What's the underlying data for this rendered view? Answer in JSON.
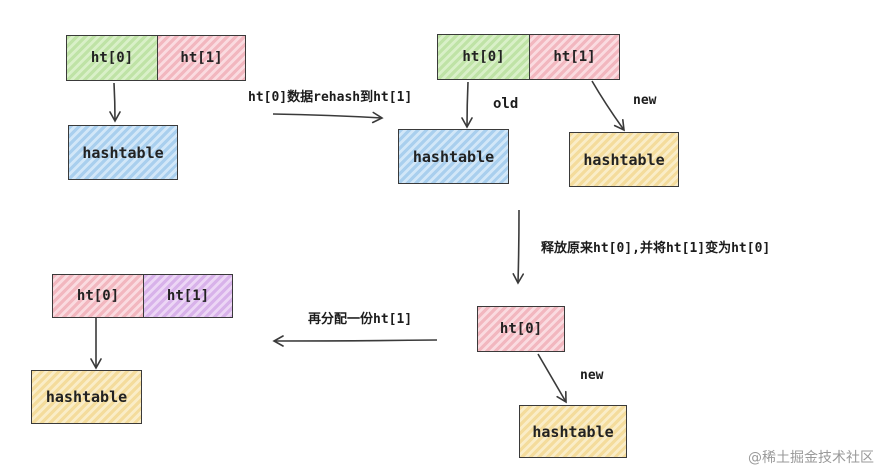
{
  "diagram": {
    "nodes": {
      "s1_ht0": "ht[0]",
      "s1_ht1": "ht[1]",
      "s1_table": "hashtable",
      "s2_ht0": "ht[0]",
      "s2_ht1": "ht[1]",
      "s2_table_old": "hashtable",
      "s2_table_new": "hashtable",
      "s3_ht0": "ht[0]",
      "s3_table": "hashtable",
      "s4_ht0": "ht[0]",
      "s4_ht1": "ht[1]",
      "s4_table": "hashtable"
    },
    "labels": {
      "rehash_step": "ht[0]数据rehash到ht[1]",
      "old": "old",
      "new_top": "new",
      "release_step": "释放原来ht[0],并将ht[1]变为ht[0]",
      "realloc_step": "再分配一份ht[1]",
      "new_bottom": "new"
    }
  },
  "watermark": "@稀土掘金技术社区",
  "colors": {
    "green": "#bfe3a6",
    "red": "#f2b7bf",
    "purple": "#d8b2ea",
    "blue": "#a9cfee",
    "yellow": "#f4dc9c",
    "stroke": "#3a3a3a"
  }
}
